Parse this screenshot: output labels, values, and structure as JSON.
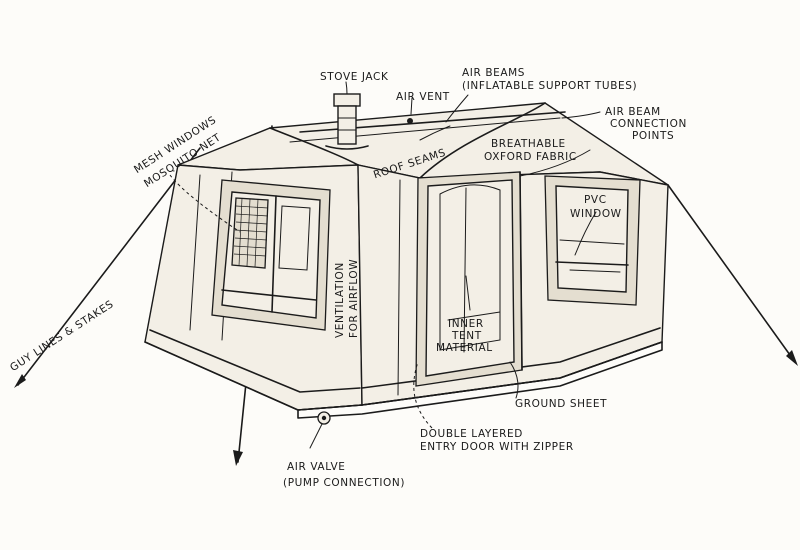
{
  "labels": {
    "stove_jack": "STOVE JACK",
    "air_beams_1": "AIR BEAMS",
    "air_beams_2": "(INFLATABLE SUPPORT TUBES)",
    "air_vent": "AIR VENT",
    "air_beam_conn_1": "AIR BEAM",
    "air_beam_conn_2": "CONNECTION",
    "air_beam_conn_3": "POINTS",
    "mesh_1": "MESH WINDOWS",
    "mesh_2": "MOSQUITO NET",
    "roof_seams": "ROOF SEAMS",
    "breathable_1": "BREATHABLE",
    "breathable_2": "OXFORD FABRIC",
    "pvc_1": "PVC",
    "pvc_2": "WINDOW",
    "ventilation_1": "VENTILATION",
    "ventilation_2": "FOR AIRFLOW",
    "guy_lines": "GUY LINES & STAKES",
    "inner_1": "INNER",
    "inner_2": "TENT",
    "inner_3": "MATERIAL",
    "ground_sheet": "GROUND SHEET",
    "door_1": "DOUBLE LAYERED",
    "door_2": "ENTRY DOOR WITH ZIPPER",
    "air_valve_1": "AIR VALVE",
    "air_valve_2": "(PUMP CONNECTION)"
  }
}
